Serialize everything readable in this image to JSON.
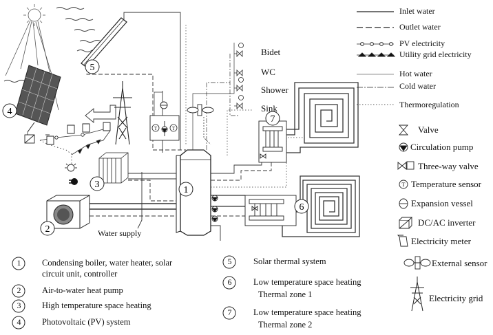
{
  "legend_lines": [
    {
      "label": "Inlet water",
      "style": "solid"
    },
    {
      "label": "Outlet water",
      "style": "dashed"
    },
    {
      "label": "PV electricity",
      "style": "circles"
    },
    {
      "label": "Utility grid electricity",
      "style": "triangles"
    },
    {
      "label": "Hot water",
      "style": "thin"
    },
    {
      "label": "Cold water",
      "style": "dashdot"
    },
    {
      "label": "Thermoregulation",
      "style": "dotted"
    }
  ],
  "legend_symbols": [
    {
      "label": "Valve",
      "icon": "valve-icon"
    },
    {
      "label": "Circulation pump",
      "icon": "circulation-pump-icon"
    },
    {
      "label": "Three-way valve",
      "icon": "three-way-valve-icon"
    },
    {
      "label": "Temperature sensor",
      "icon": "temperature-sensor-icon"
    },
    {
      "label": "Expansion vessel",
      "icon": "expansion-vessel-icon"
    },
    {
      "label": "DC/AC inverter",
      "icon": "dc-ac-inverter-icon"
    },
    {
      "label": "Electricity meter",
      "icon": "electricity-meter-icon"
    },
    {
      "label": "External sensor",
      "icon": "external-sensor-icon"
    },
    {
      "label": "Electricity grid",
      "icon": "electricity-grid-icon"
    }
  ],
  "fixtures": [
    "Bidet",
    "WC",
    "Shower",
    "Sink"
  ],
  "water_supply": "Water supply",
  "component_numbers": [
    "1",
    "2",
    "3",
    "4",
    "5",
    "6",
    "7"
  ],
  "sensor_letter": "T",
  "key_left": [
    {
      "num": "1",
      "lines": [
        "Condensing boiler, water heater, solar",
        "circuit unit, controller"
      ]
    },
    {
      "num": "2",
      "lines": [
        "Air-to-water heat pump"
      ]
    },
    {
      "num": "3",
      "lines": [
        "High temperature space heating"
      ]
    },
    {
      "num": "4",
      "lines": [
        "Photovoltaic (PV) system"
      ]
    }
  ],
  "key_right": [
    {
      "num": "5",
      "lines": [
        "Solar thermal system"
      ]
    },
    {
      "num": "6",
      "lines": [
        "Low temperature space heating",
        "Thermal zone 1"
      ]
    },
    {
      "num": "7",
      "lines": [
        "Low temperature space heating",
        "Thermal zone 2"
      ]
    }
  ]
}
